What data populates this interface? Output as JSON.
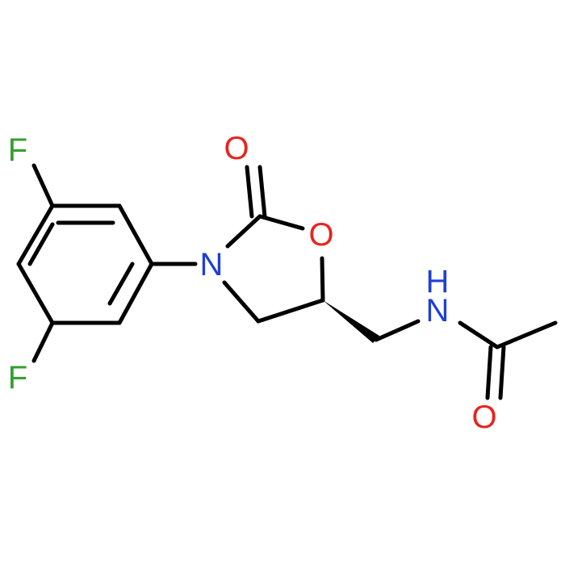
{
  "molecule": {
    "atoms": {
      "f_top": {
        "symbol": "F",
        "color": "#33a02c"
      },
      "f_bottom": {
        "symbol": "F",
        "color": "#33a02c"
      },
      "n_ring": {
        "symbol": "N",
        "color": "#1f3fd8"
      },
      "o_carbonyl": {
        "symbol": "O",
        "color": "#e8231f"
      },
      "o_ring": {
        "symbol": "O",
        "color": "#e8231f"
      },
      "nh": {
        "symbol": "N",
        "color": "#1f3fd8"
      },
      "h": {
        "symbol": "H",
        "color": "#1f3fd8"
      },
      "o_amide": {
        "symbol": "O",
        "color": "#e8231f"
      }
    }
  }
}
